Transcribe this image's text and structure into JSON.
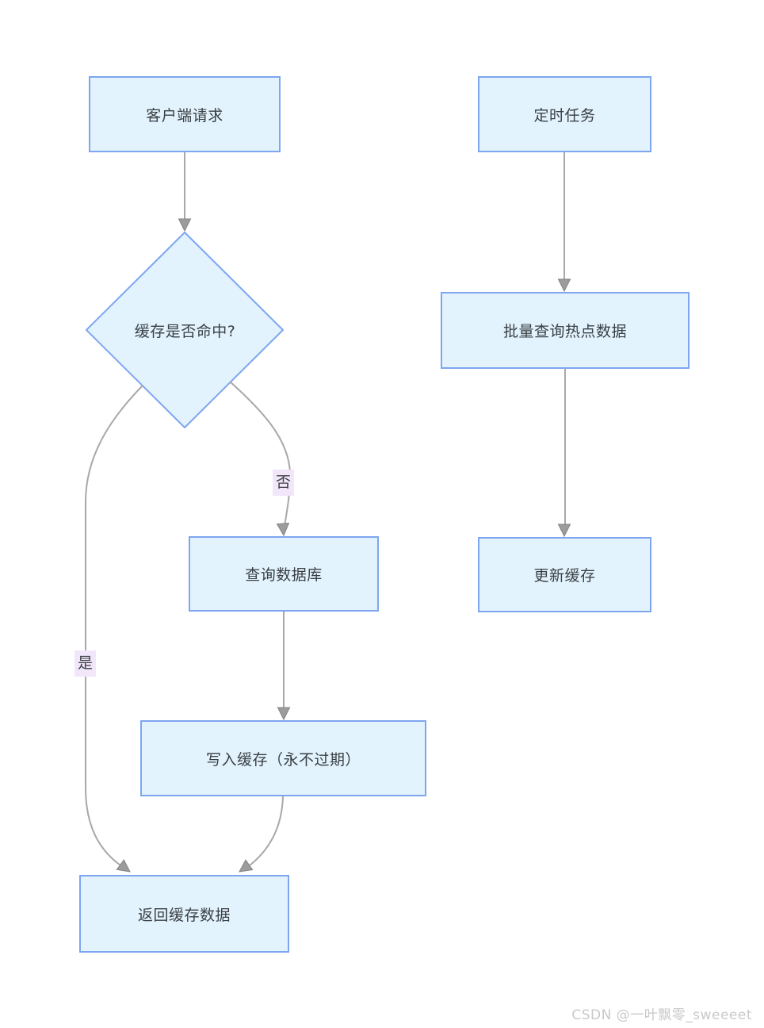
{
  "nodes": {
    "client_request": "客户端请求",
    "cache_hit": "缓存是否命中?",
    "query_db": "查询数据库",
    "write_cache": "写入缓存（永不过期）",
    "return_cache": "返回缓存数据",
    "scheduled_task": "定时任务",
    "batch_query": "批量查询热点数据",
    "update_cache": "更新缓存"
  },
  "edge_labels": {
    "yes": "是",
    "no": "否"
  },
  "colors": {
    "node_fill": "#e2f3fd",
    "node_border": "#7ea6f0",
    "edge_line": "#a8a8a8",
    "arrowhead": "#9c9c9c",
    "edge_label_bg": "#f2e6fb",
    "text": "#3a3f44",
    "watermark": "#c9c9c9"
  },
  "watermark": "CSDN @一叶飘零_sweeeet"
}
